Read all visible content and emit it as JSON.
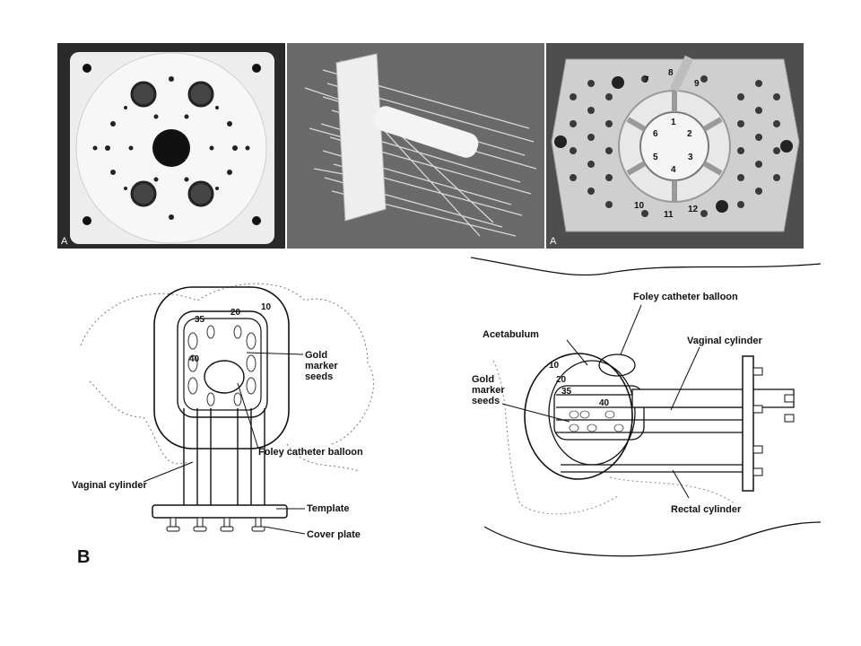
{
  "photos": {
    "left_panel_letter": "A",
    "right_panel_letter": "A",
    "right_template_numbers": [
      "1",
      "2",
      "3",
      "4",
      "5",
      "6",
      "7",
      "8",
      "9",
      "10",
      "11",
      "12"
    ]
  },
  "figure_b": {
    "panel_letter": "B",
    "left_diagram": {
      "isodose": [
        "10",
        "20",
        "35",
        "40"
      ],
      "labels": {
        "gold_marker": "Gold\nmarker\nseeds",
        "foley": "Foley catheter balloon",
        "vaginal": "Vaginal cylinder",
        "template": "Template",
        "cover": "Cover plate"
      }
    },
    "right_diagram": {
      "isodose": [
        "10",
        "20",
        "35",
        "40"
      ],
      "labels": {
        "foley": "Foley catheter balloon",
        "acetabulum": "Acetabulum",
        "vaginal": "Vaginal cylinder",
        "gold_marker": "Gold\nmarker\nseeds",
        "rectal": "Rectal cylinder"
      }
    }
  },
  "colors": {
    "photo_bg": "#1e1e1e",
    "plate_white": "#f2f2f2",
    "ink": "#111111"
  }
}
